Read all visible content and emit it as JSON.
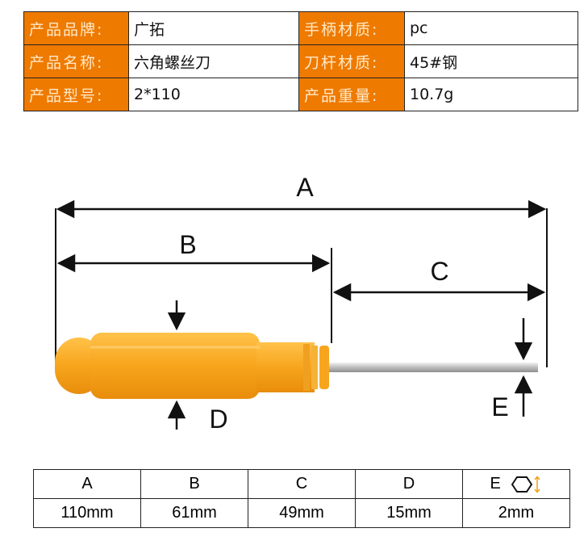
{
  "spec_table": {
    "rows": [
      {
        "label1": "产品品牌:",
        "value1": "广拓",
        "label2": "手柄材质:",
        "value2": "pc"
      },
      {
        "label1": "产品名称:",
        "value1": "六角螺丝刀",
        "label2": "刀杆材质:",
        "value2": "45#钢"
      },
      {
        "label1": "产品型号:",
        "value1": "2*110",
        "label2": "产品重量:",
        "value2": "10.7g"
      }
    ]
  },
  "diagram": {
    "labels": {
      "a": "A",
      "b": "B",
      "c": "C",
      "d": "D",
      "e": "E"
    },
    "colors": {
      "handle": "#f7a51c",
      "handle_dark": "#e88d0c",
      "shaft": "#cfcfcf",
      "arrows": "#111111"
    }
  },
  "dimensions_table": {
    "headers": [
      "A",
      "B",
      "C",
      "D",
      "E"
    ],
    "values": [
      "110mm",
      "61mm",
      "49mm",
      "15mm",
      "2mm"
    ]
  }
}
